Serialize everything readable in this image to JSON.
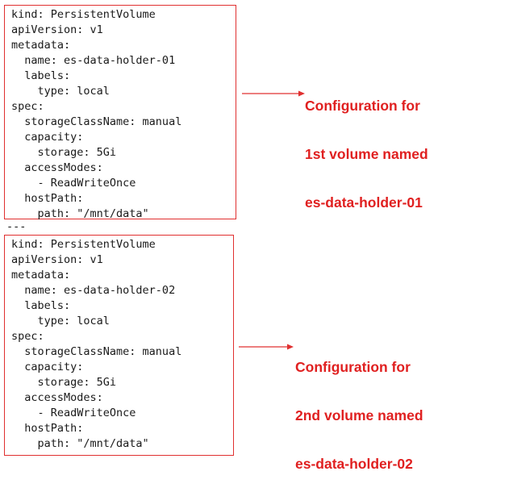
{
  "documents": [
    {
      "lines": [
        "kind: PersistentVolume",
        "apiVersion: v1",
        "metadata:",
        "  name: es-data-holder-01",
        "  labels:",
        "    type: local",
        "spec:",
        "  storageClassName: manual",
        "  capacity:",
        "    storage: 5Gi",
        "  accessModes:",
        "    - ReadWriteOnce",
        "  hostPath:",
        "    path: \"/mnt/data\""
      ],
      "annotation": [
        "Configuration for",
        "1st volume named",
        "es-data-holder-01"
      ]
    },
    {
      "lines": [
        "kind: PersistentVolume",
        "apiVersion: v1",
        "metadata:",
        "  name: es-data-holder-02",
        "  labels:",
        "    type: local",
        "spec:",
        "  storageClassName: manual",
        "  capacity:",
        "    storage: 5Gi",
        "  accessModes:",
        "    - ReadWriteOnce",
        "  hostPath:",
        "    path: \"/mnt/data\""
      ],
      "annotation": [
        "Configuration for",
        "2nd volume named",
        "es-data-holder-02"
      ]
    }
  ],
  "separator": "---",
  "colors": {
    "box_border": "#e03030",
    "annotation_text": "#e02020",
    "arrow": "#e03030",
    "code_text": "#1a1a1a"
  }
}
